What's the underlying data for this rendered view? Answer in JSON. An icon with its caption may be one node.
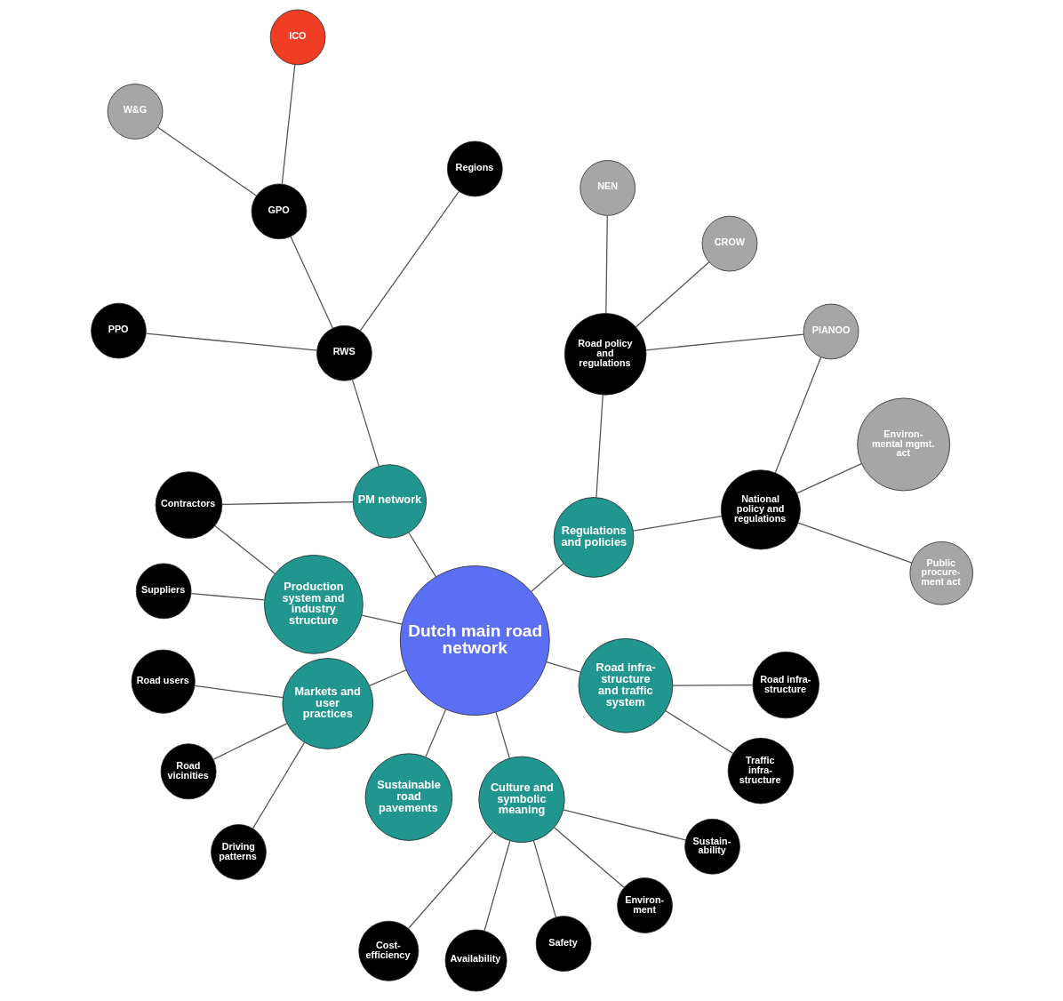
{
  "diagram": {
    "nodes": [
      {
        "text": [
          "Dutch main road network"
        ]
      },
      {
        "text": [
          "Regulations and policies"
        ]
      },
      {
        "text": [
          "National policy and regulations"
        ]
      },
      {
        "text": [
          "Public procure- ment act"
        ]
      },
      {
        "text": [
          "Environ- mental mgmt. act"
        ]
      },
      {
        "text": [
          "PIANOO"
        ]
      },
      {
        "text": [
          "Road policy and regulations"
        ]
      },
      {
        "text": [
          "CROW"
        ]
      },
      {
        "text": [
          "NEN"
        ]
      },
      {
        "text": [
          "PM network"
        ]
      },
      {
        "text": [
          "RWS"
        ]
      },
      {
        "text": [
          "Regions"
        ]
      },
      {
        "text": [
          "GPO"
        ]
      },
      {
        "text": [
          "ICO"
        ]
      },
      {
        "text": [
          "W&G"
        ]
      },
      {
        "text": [
          "PPO"
        ]
      },
      {
        "text": [
          "Contractors"
        ]
      },
      {
        "text": [
          "Production system and industry structure"
        ]
      },
      {
        "text": [
          "Suppliers"
        ]
      },
      {
        "text": [
          "Markets and user practices"
        ]
      },
      {
        "text": [
          "Road users"
        ]
      },
      {
        "text": [
          "Road vicinities"
        ]
      },
      {
        "text": [
          "Driving patterns"
        ]
      },
      {
        "text": [
          "Sustainable road pavements"
        ]
      },
      {
        "text": [
          "Culture and symbolic meaning"
        ]
      },
      {
        "text": [
          "Cost- efficiency"
        ]
      },
      {
        "text": [
          "Availability"
        ]
      },
      {
        "text": [
          "Safety"
        ]
      },
      {
        "text": [
          "Environ- ment"
        ]
      },
      {
        "text": [
          "Sustain- ability"
        ]
      },
      {
        "text": [
          "Road infra- structure and traffic system"
        ]
      },
      {
        "text": [
          "Traffic infra- structure"
        ]
      },
      {
        "text": [
          "Road infra- structure"
        ]
      }
    ],
    "edges": [
      {
        "from": 0,
        "to": 1,
        "arrow": "none"
      },
      {
        "from": 1,
        "to": 2,
        "arrow": "none"
      },
      {
        "from": 2,
        "to": 3,
        "arrow": "none"
      },
      {
        "from": 2,
        "to": 4,
        "arrow": "none"
      },
      {
        "from": 2,
        "to": 5,
        "arrow": "none"
      },
      {
        "from": 1,
        "to": 6,
        "arrow": "none"
      },
      {
        "from": 6,
        "to": 5,
        "arrow": "none"
      },
      {
        "from": 6,
        "to": 7,
        "arrow": "none"
      },
      {
        "from": 6,
        "to": 8,
        "arrow": "none"
      },
      {
        "from": 0,
        "to": 9,
        "arrow": "none"
      },
      {
        "from": 9,
        "to": 10,
        "arrow": "none"
      },
      {
        "from": 10,
        "to": 11,
        "arrow": "none"
      },
      {
        "from": 10,
        "to": 12,
        "arrow": "none"
      },
      {
        "from": 12,
        "to": 13,
        "arrow": "none"
      },
      {
        "from": 12,
        "to": 14,
        "arrow": "none"
      },
      {
        "from": 10,
        "to": 15,
        "arrow": "none"
      },
      {
        "from": 9,
        "to": 16,
        "arrow": "none"
      },
      {
        "from": 16,
        "to": 17,
        "arrow": "none"
      },
      {
        "from": 0,
        "to": 17,
        "arrow": "none"
      },
      {
        "from": 17,
        "to": 18,
        "arrow": "none"
      },
      {
        "from": 0,
        "to": 19,
        "arrow": "none"
      },
      {
        "from": 19,
        "to": 20,
        "arrow": "none"
      },
      {
        "from": 19,
        "to": 21,
        "arrow": "none"
      },
      {
        "from": 19,
        "to": 22,
        "arrow": "none"
      },
      {
        "from": 0,
        "to": 23,
        "arrow": "none"
      },
      {
        "from": 0,
        "to": 24,
        "arrow": "none"
      },
      {
        "from": 24,
        "to": 25,
        "arrow": "none"
      },
      {
        "from": 24,
        "to": 26,
        "arrow": "none"
      },
      {
        "from": 24,
        "to": 27,
        "arrow": "none"
      },
      {
        "from": 24,
        "to": 28,
        "arrow": "none"
      },
      {
        "from": 24,
        "to": 29,
        "arrow": "none"
      },
      {
        "from": 0,
        "to": 30,
        "arrow": "none"
      },
      {
        "from": 30,
        "to": 31,
        "arrow": "none"
      },
      {
        "from": 30,
        "to": 32,
        "arrow": "none"
      }
    ]
  }
}
